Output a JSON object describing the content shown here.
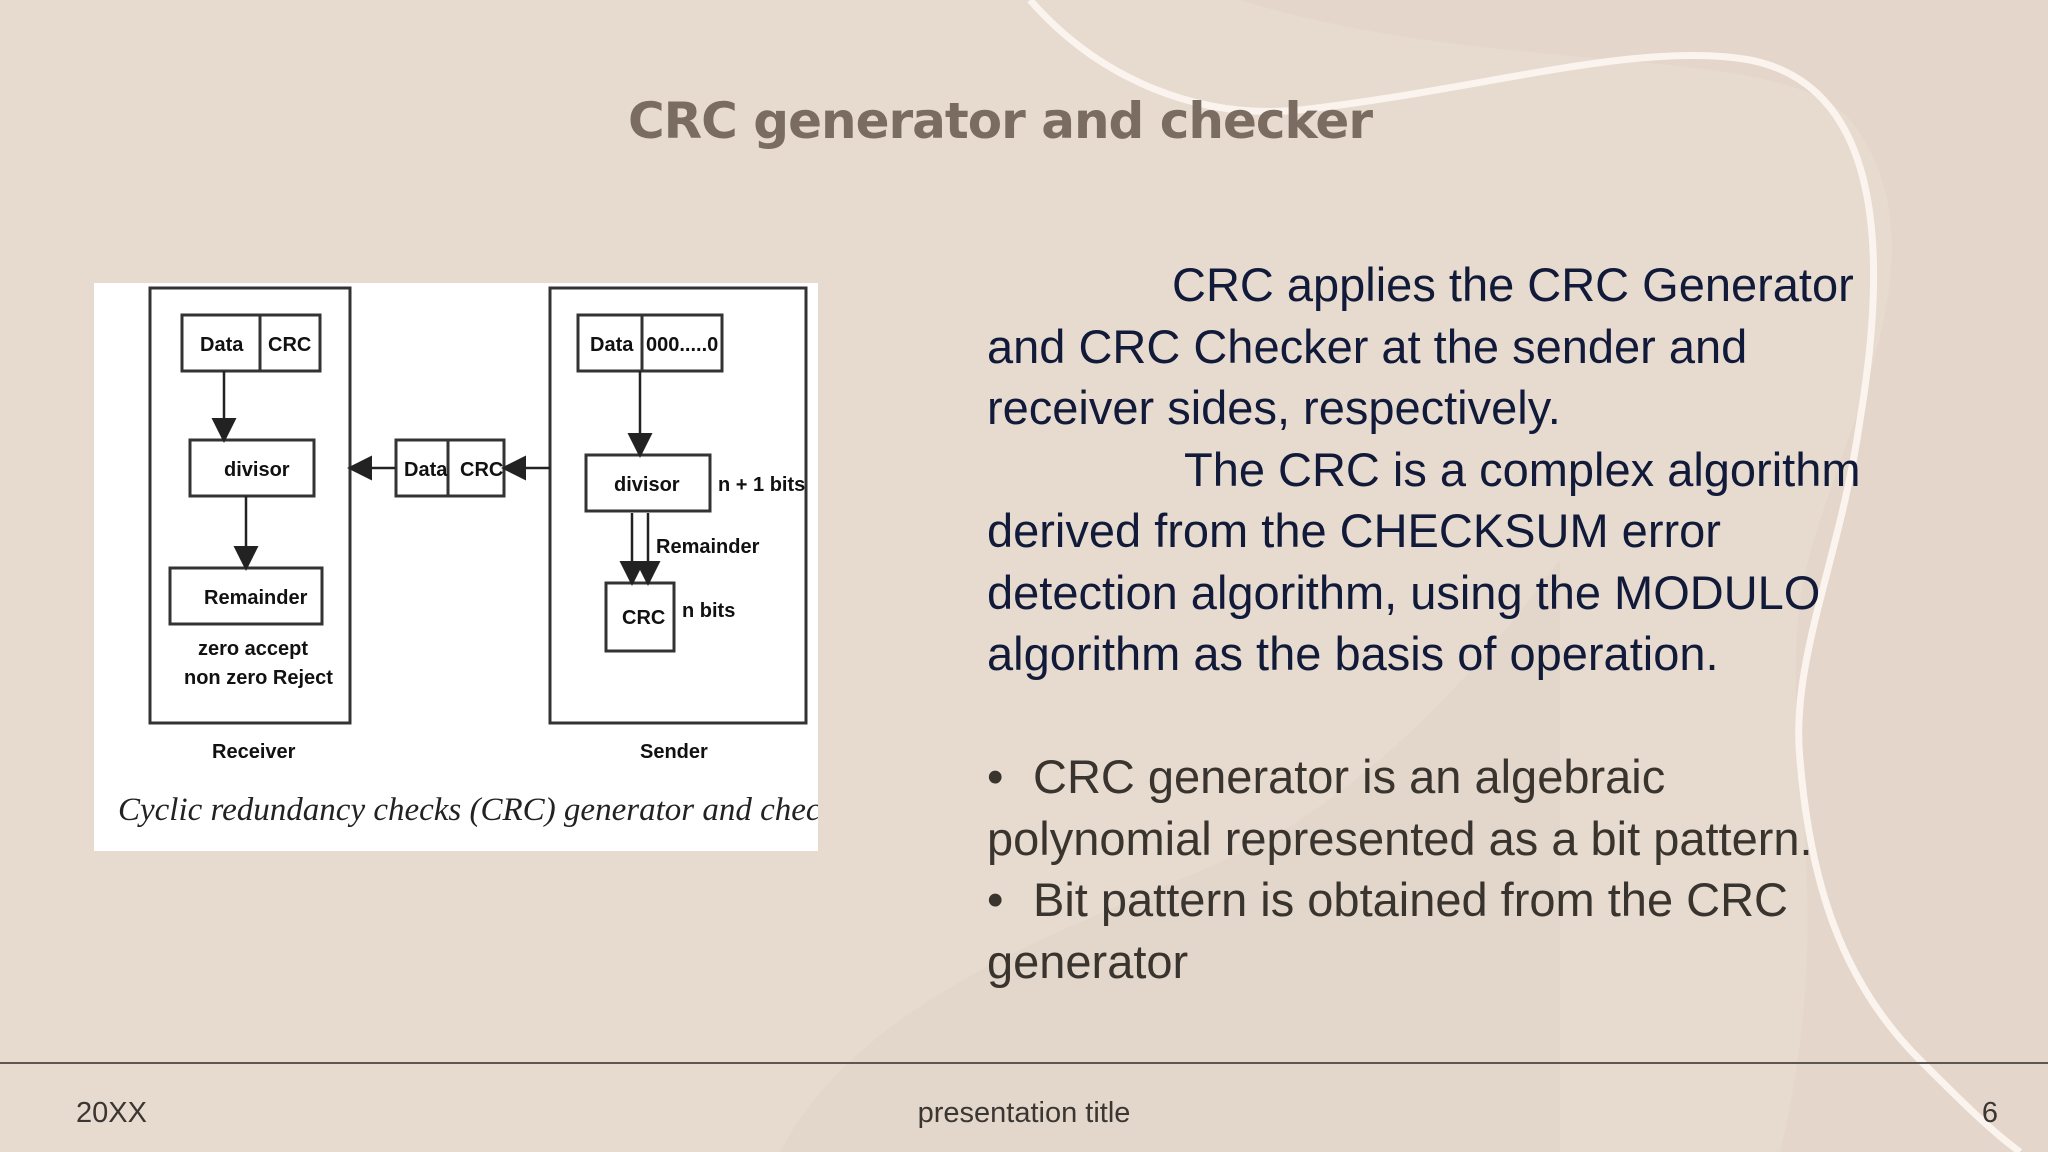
{
  "slide": {
    "title": "CRC generator and checker",
    "paragraphs": [
      {
        "lines": [
          "CRC applies the CRC Generator",
          "and CRC Checker at the sender and",
          "receiver sides, respectively."
        ]
      },
      {
        "lines": [
          "The CRC is a complex algorithm",
          "derived from the CHECKSUM error",
          "detection algorithm, using the MODULO",
          "algorithm as the basis of operation."
        ]
      }
    ],
    "bullets": [
      {
        "lines": [
          "CRC generator is an algebraic",
          "polynomial represented as a bit pattern."
        ]
      },
      {
        "lines": [
          "Bit pattern is obtained from the CRC",
          "generator"
        ]
      }
    ],
    "bullet_glyph": "•"
  },
  "figure": {
    "receiver_label": "Receiver",
    "sender_label": "Sender",
    "receiver_data": "Data",
    "receiver_crc": "CRC",
    "receiver_divisor": "divisor",
    "receiver_remainder": "Remainder",
    "zero_accept": "zero accept",
    "non_zero_reject": "non zero Reject",
    "channel_data": "Data",
    "channel_crc": "CRC",
    "sender_data": "Data",
    "sender_zeros": "000.....0",
    "sender_divisor": "divisor",
    "n_plus_1_bits": "n + 1 bits",
    "sender_remainder": "Remainder",
    "sender_crc": "CRC",
    "n_bits": "n bits",
    "caption": "Cyclic redundancy checks (CRC) generator and checker"
  },
  "footer": {
    "left": "20XX",
    "center": "presentation title",
    "right": "6"
  },
  "colors": {
    "background": "#e7dbd0",
    "title": "#7a6c60",
    "text_dark": "#121a3a",
    "text_bullets": "#3a342f"
  }
}
